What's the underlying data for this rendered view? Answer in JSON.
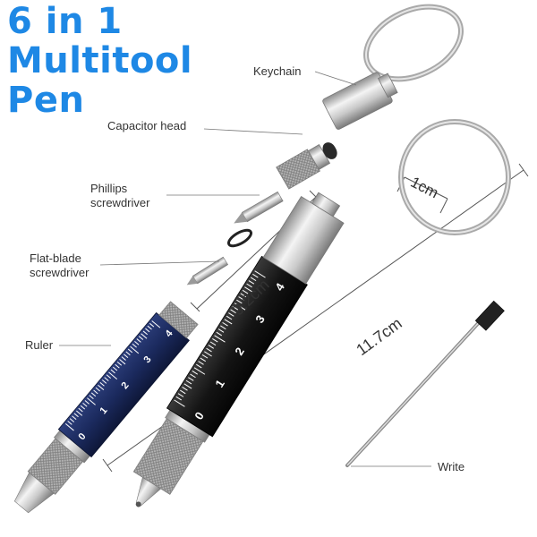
{
  "title": {
    "line1": "6 in 1",
    "line2": "Multitool",
    "line3": "Pen"
  },
  "callouts": {
    "keychain": "Keychain",
    "capacitor_head": "Capacitor head",
    "phillips_line1": "Phillips",
    "phillips_line2": "screwdriver",
    "flatblade_line1": "Flat-blade",
    "flatblade_line2": "screwdriver",
    "ruler": "Ruler",
    "write": "Write"
  },
  "dimensions": {
    "width": "1cm",
    "body_length": "9.2cm",
    "total_length": "11.7cm"
  },
  "ruler_numbers": [
    "0",
    "1",
    "2",
    "3",
    "4"
  ],
  "colors": {
    "title": "#1e88e5",
    "navy_barrel": "#1b2a5e",
    "black_barrel": "#141414",
    "silver": "#c8c8c8"
  }
}
